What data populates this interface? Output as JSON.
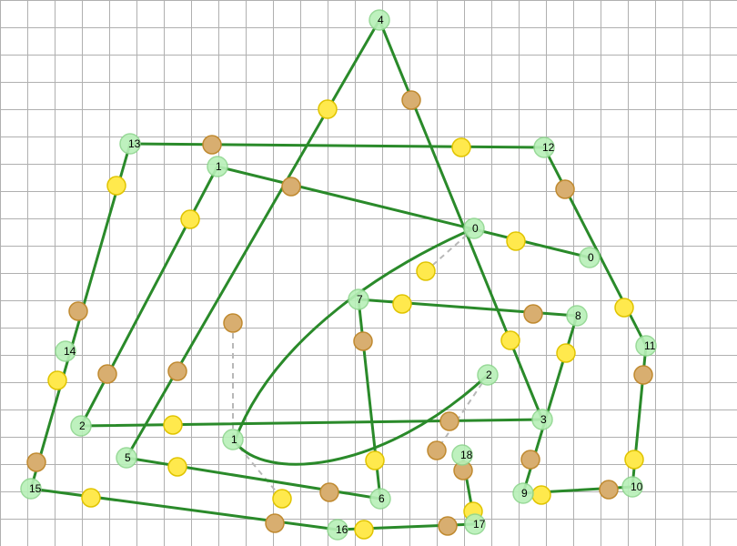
{
  "colors": {
    "grid": "#b0b0b0",
    "edge": "#2a8a2a",
    "helper": "#b8b8b8",
    "node_fill": "#b8f0b8",
    "node_stroke": "#8fd68f",
    "handle_yellow": "#ffe94d",
    "handle_yellow_stroke": "#e0c400",
    "handle_tan": "#d8ae70",
    "handle_tan_stroke": "#c08a30"
  },
  "graph": {
    "nodes": [
      {
        "id": "n4",
        "label": "4"
      },
      {
        "id": "n13",
        "label": "13"
      },
      {
        "id": "n12",
        "label": "12"
      },
      {
        "id": "n1a",
        "label": "1"
      },
      {
        "id": "n0a",
        "label": "0"
      },
      {
        "id": "n0b",
        "label": "0"
      },
      {
        "id": "n7",
        "label": "7"
      },
      {
        "id": "n8",
        "label": "8"
      },
      {
        "id": "n14",
        "label": "14"
      },
      {
        "id": "n11",
        "label": "11"
      },
      {
        "id": "n2a",
        "label": "2"
      },
      {
        "id": "n3",
        "label": "3"
      },
      {
        "id": "n2b",
        "label": "2"
      },
      {
        "id": "n1b",
        "label": "1"
      },
      {
        "id": "n5",
        "label": "5"
      },
      {
        "id": "n18",
        "label": "18"
      },
      {
        "id": "n6",
        "label": "6"
      },
      {
        "id": "n9",
        "label": "9"
      },
      {
        "id": "n10",
        "label": "10"
      },
      {
        "id": "n15",
        "label": "15"
      },
      {
        "id": "n16",
        "label": "16"
      },
      {
        "id": "n17",
        "label": "17"
      }
    ]
  }
}
